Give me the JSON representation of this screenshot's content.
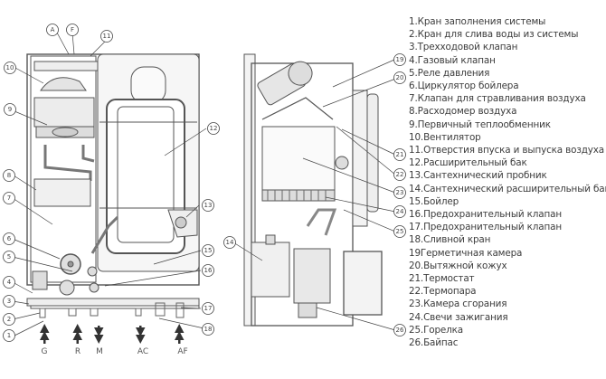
{
  "diagram": {
    "subject": "Gas boiler internal components (front and side views)",
    "legend": [
      "1.Кран заполнения системы",
      "2.Кран для слива воды из системы",
      "3.Трехходовой клапан",
      "4.Газовый клапан",
      "5.Реле давления",
      "6.Циркулятор бойлера",
      "7.Клапан для стравливания воздуха",
      "8.Расходомер воздуха",
      "9.Первичный теплообменник",
      "10.Вентилятор",
      "11.Отверстия впуска и выпуска воздуха",
      "12.Расширительный бак",
      "13.Сантехнический пробник",
      "14.Сантехнический расширительный бак",
      "15.Бойлер",
      "16.Предохранительный клапан",
      "17.Предохранительный клапан",
      "18.Сливной кран",
      "19Герметичная камера",
      "20.Вытяжной кожух",
      "21.Термостат",
      "22.Термопара",
      "23.Камера сгорания",
      "24.Свечи зажигания",
      "25.Горелка",
      "26.Байпас"
    ],
    "callouts_front": [
      "A",
      "F",
      "11",
      "10",
      "9",
      "12",
      "8",
      "7",
      "13",
      "6",
      "5",
      "15",
      "4",
      "16",
      "3",
      "17",
      "2",
      "18",
      "1"
    ],
    "callouts_side": [
      "19",
      "20",
      "21",
      "22",
      "23",
      "24",
      "25",
      "14",
      "26"
    ],
    "ports": [
      {
        "label": "G",
        "direction": "up"
      },
      {
        "label": "R",
        "direction": "up"
      },
      {
        "label": "M",
        "direction": "down"
      },
      {
        "label": "AC",
        "direction": "down"
      },
      {
        "label": "AF",
        "direction": "up"
      }
    ]
  }
}
